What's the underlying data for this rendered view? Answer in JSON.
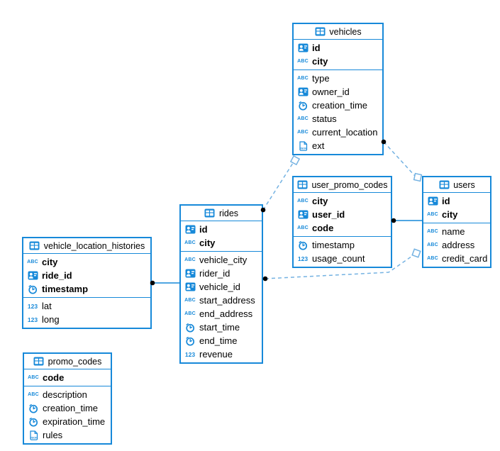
{
  "colors": {
    "table_border": "#1789d9",
    "relation_dashed": "#74b2e2",
    "endpoint_dot": "#000000",
    "text": "#000000",
    "background": "#ffffff"
  },
  "icons": {
    "table": "table-grid-icon",
    "id": "person-id-icon",
    "text": "abc-text-icon",
    "time": "clock-icon",
    "number": "123-number-icon",
    "json": "json-document-icon"
  },
  "diagram": {
    "tables": [
      {
        "title": "vehicles",
        "primary_keys": [
          {
            "name": "id",
            "type": "id"
          },
          {
            "name": "city",
            "type": "text"
          }
        ],
        "columns": [
          {
            "name": "type",
            "type": "text"
          },
          {
            "name": "owner_id",
            "type": "id"
          },
          {
            "name": "creation_time",
            "type": "time"
          },
          {
            "name": "status",
            "type": "text"
          },
          {
            "name": "current_location",
            "type": "text"
          },
          {
            "name": "ext",
            "type": "json"
          }
        ]
      },
      {
        "title": "user_promo_codes",
        "primary_keys": [
          {
            "name": "city",
            "type": "text"
          },
          {
            "name": "user_id",
            "type": "id"
          },
          {
            "name": "code",
            "type": "text"
          }
        ],
        "columns": [
          {
            "name": "timestamp",
            "type": "time"
          },
          {
            "name": "usage_count",
            "type": "number"
          }
        ]
      },
      {
        "title": "users",
        "primary_keys": [
          {
            "name": "id",
            "type": "id"
          },
          {
            "name": "city",
            "type": "text"
          }
        ],
        "columns": [
          {
            "name": "name",
            "type": "text"
          },
          {
            "name": "address",
            "type": "text"
          },
          {
            "name": "credit_card",
            "type": "text"
          }
        ]
      },
      {
        "title": "rides",
        "primary_keys": [
          {
            "name": "id",
            "type": "id"
          },
          {
            "name": "city",
            "type": "text"
          }
        ],
        "columns": [
          {
            "name": "vehicle_city",
            "type": "text"
          },
          {
            "name": "rider_id",
            "type": "id"
          },
          {
            "name": "vehicle_id",
            "type": "id"
          },
          {
            "name": "start_address",
            "type": "text"
          },
          {
            "name": "end_address",
            "type": "text"
          },
          {
            "name": "start_time",
            "type": "time"
          },
          {
            "name": "end_time",
            "type": "time"
          },
          {
            "name": "revenue",
            "type": "number"
          }
        ]
      },
      {
        "title": "vehicle_location_histories",
        "primary_keys": [
          {
            "name": "city",
            "type": "text"
          },
          {
            "name": "ride_id",
            "type": "id"
          },
          {
            "name": "timestamp",
            "type": "time"
          }
        ],
        "columns": [
          {
            "name": "lat",
            "type": "number"
          },
          {
            "name": "long",
            "type": "number"
          }
        ]
      },
      {
        "title": "promo_codes",
        "primary_keys": [
          {
            "name": "code",
            "type": "text"
          }
        ],
        "columns": [
          {
            "name": "description",
            "type": "text"
          },
          {
            "name": "creation_time",
            "type": "time"
          },
          {
            "name": "expiration_time",
            "type": "time"
          },
          {
            "name": "rules",
            "type": "json"
          }
        ]
      }
    ],
    "relations": [
      {
        "from": "vehicle_location_histories",
        "to": "rides",
        "line": "solid",
        "from_marker": "filled-dot",
        "to_marker": "none"
      },
      {
        "from": "user_promo_codes",
        "to": "users",
        "line": "solid",
        "from_marker": "filled-dot",
        "to_marker": "none"
      },
      {
        "from": "rides",
        "to": "vehicles",
        "line": "dashed",
        "from_marker": "filled-dot",
        "to_marker": "open-square"
      },
      {
        "from": "vehicles",
        "to": "users",
        "line": "dashed",
        "from_marker": "filled-dot",
        "to_marker": "open-square"
      },
      {
        "from": "rides",
        "to": "users",
        "line": "dashed",
        "from_marker": "filled-dot",
        "to_marker": "open-square"
      }
    ]
  }
}
